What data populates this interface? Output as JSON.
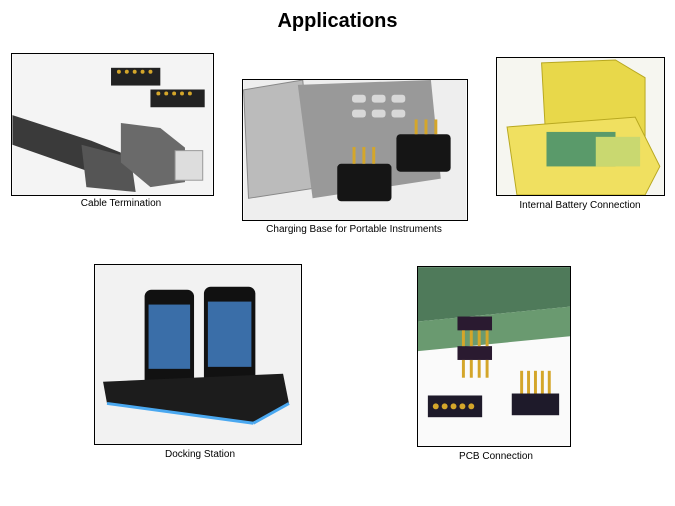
{
  "title": "Applications",
  "applications": [
    {
      "caption": "Cable Termination"
    },
    {
      "caption": "Charging Base for Portable Instruments"
    },
    {
      "caption": "Internal Battery Connection"
    },
    {
      "caption": "Docking Station"
    },
    {
      "caption": "PCB Connection"
    }
  ]
}
